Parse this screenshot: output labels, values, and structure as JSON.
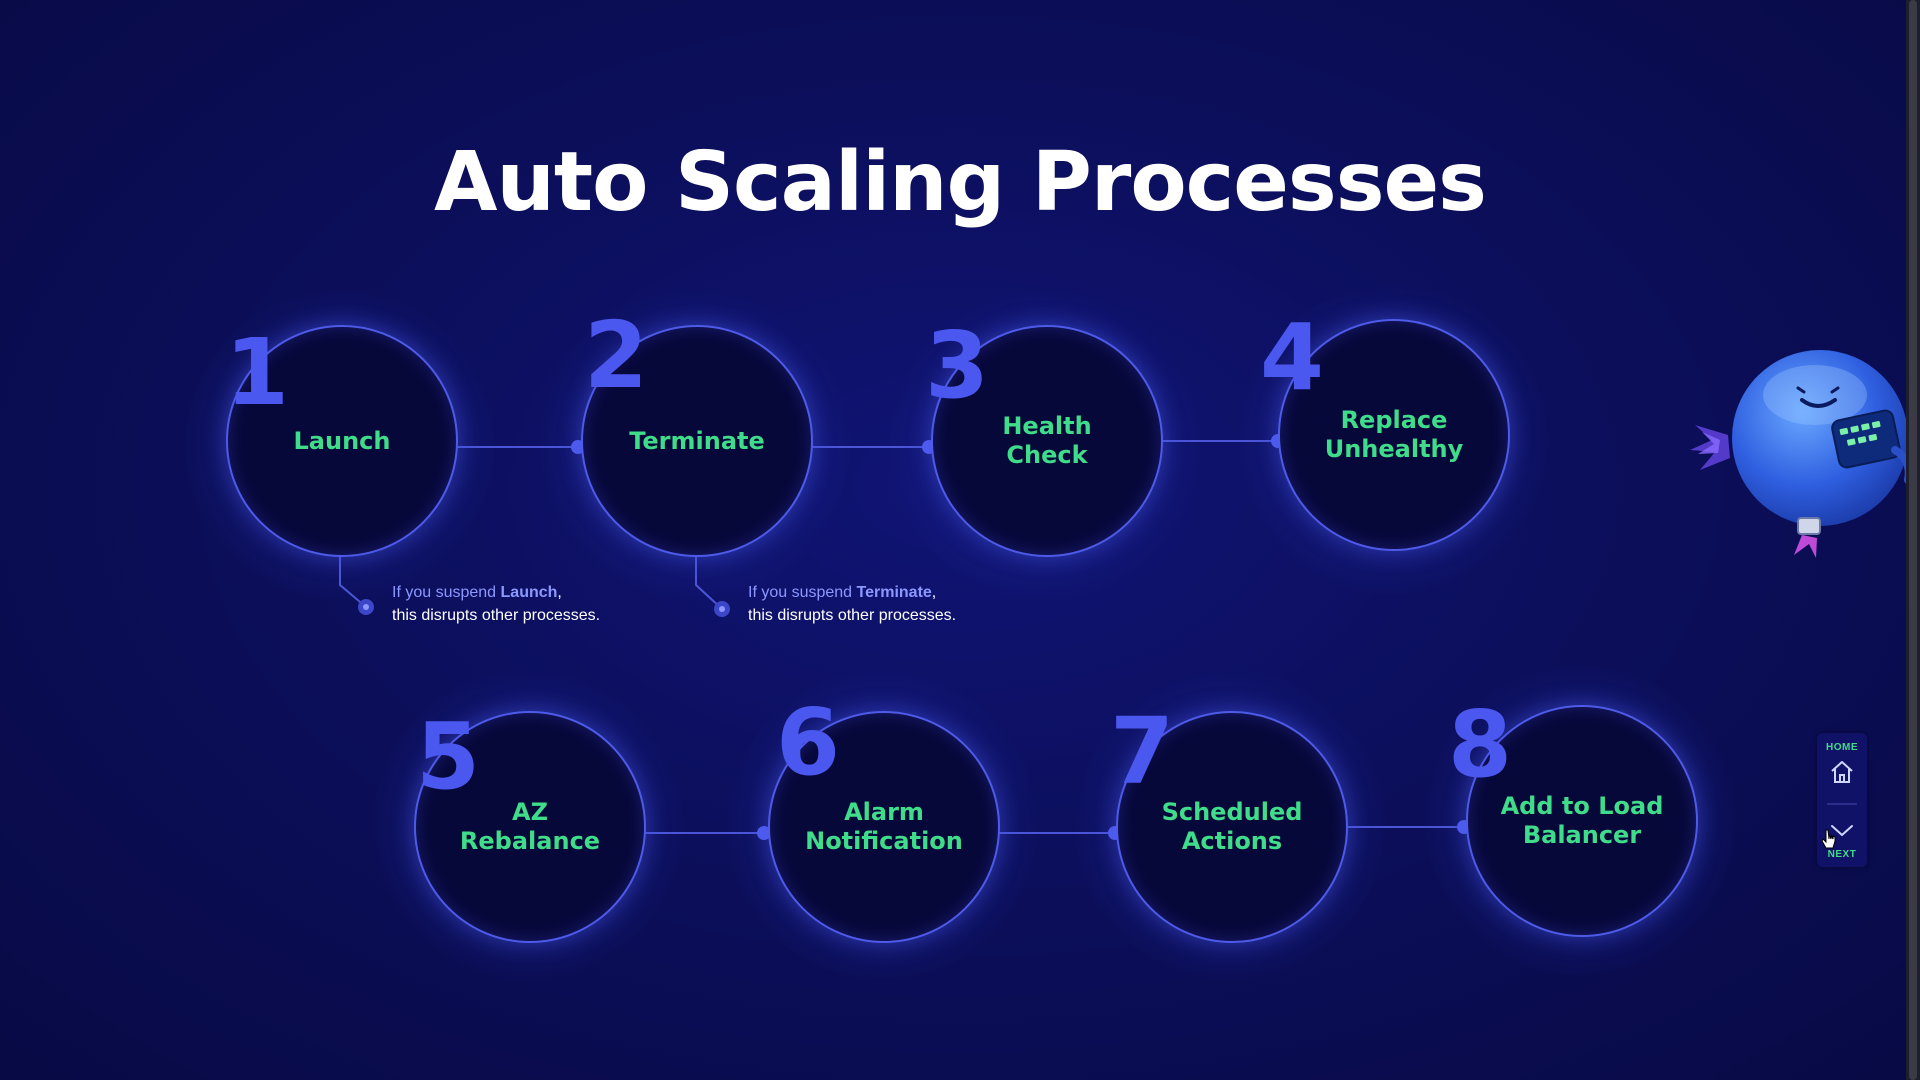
{
  "title": "Auto Scaling Processes",
  "steps": [
    {
      "number": "1",
      "label": "Launch"
    },
    {
      "number": "2",
      "label": "Terminate"
    },
    {
      "number": "3",
      "label": "Health\nCheck"
    },
    {
      "number": "4",
      "label": "Replace\nUnhealthy"
    },
    {
      "number": "5",
      "label": "AZ\nRebalance"
    },
    {
      "number": "6",
      "label": "Alarm\nNotification"
    },
    {
      "number": "7",
      "label": "Scheduled\nActions"
    },
    {
      "number": "8",
      "label": "Add to Load\nBalancer"
    }
  ],
  "notes": [
    {
      "prefix": "If you suspend ",
      "process": "Launch",
      "suffix": ",",
      "line2": "this disrupts other processes."
    },
    {
      "prefix": "If you suspend ",
      "process": "Terminate",
      "suffix": ",",
      "line2": "this disrupts other processes."
    }
  ],
  "nav": {
    "home_label": "HOME",
    "next_label": "NEXT",
    "home_icon": "home-icon",
    "next_icon": "chevron-down-icon"
  },
  "colors": {
    "background": "#0c0f5c",
    "accent_blue": "#4b58f0",
    "label_green": "#3fdc8a",
    "circle_fill": "#07083a",
    "note_highlight": "#8c97ff"
  }
}
